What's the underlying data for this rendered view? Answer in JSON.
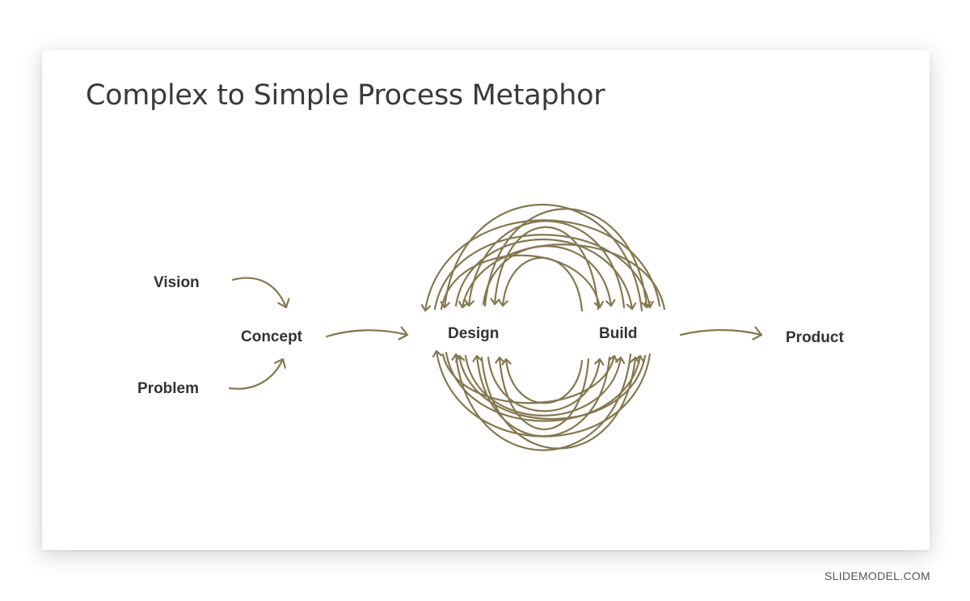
{
  "slide": {
    "title": "Complex to Simple Process Metaphor"
  },
  "nodes": {
    "vision": "Vision",
    "problem": "Problem",
    "concept": "Concept",
    "design": "Design",
    "build": "Build",
    "product": "Product"
  },
  "colors": {
    "arrow": "#85784f",
    "text": "#333333",
    "title": "#3a3a3a"
  },
  "footer": {
    "watermark": "SLIDEMODEL.COM"
  }
}
